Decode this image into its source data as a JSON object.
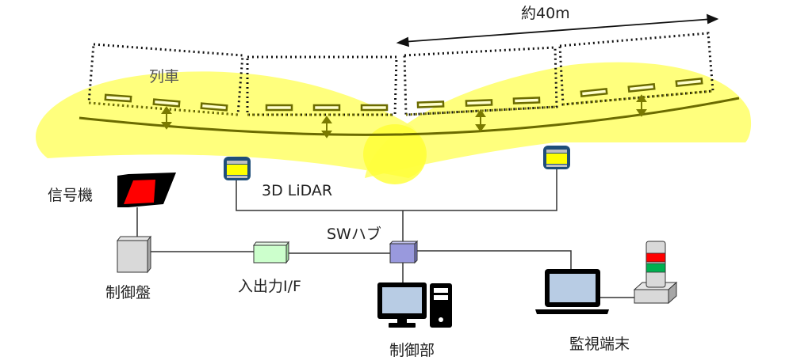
{
  "labels": {
    "distance": "約40m",
    "train": "列車",
    "lidar": "3D LiDAR",
    "signal": "信号機",
    "switch_hub": "SWハブ",
    "control_panel": "制御盤",
    "io_interface": "入出力I/F",
    "control_unit": "制御部",
    "monitor_terminal": "監視端末"
  },
  "colors": {
    "detection_area": "#ffff66",
    "rail": "#7a7a00",
    "lidar_body": "#1f4e79",
    "lidar_band": "#ffff00",
    "signal_lamp": "#ff0000",
    "switch_hub": "#9999dd",
    "io_box": "#ccffcc",
    "screen": "#b8cce4",
    "tower_red": "#ff0000",
    "tower_green": "#00b050"
  }
}
